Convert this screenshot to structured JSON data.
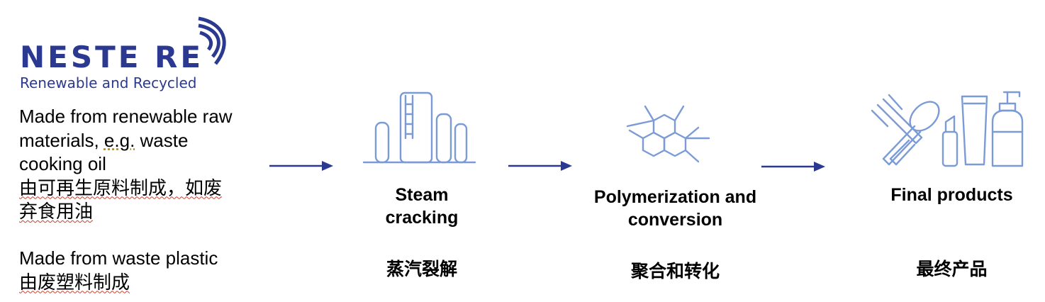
{
  "logo": {
    "wordmark": "NESTE RE",
    "tagline": "Renewable and Recycled",
    "brand_color": "#2b3a90"
  },
  "sources": {
    "renewable": {
      "en_line1": "Made from renewable raw",
      "en_line2_pre": "materials, ",
      "en_line2_eg": "e.g.",
      "en_line2_post": " waste",
      "en_line3": "cooking oil",
      "zh_line1": "由可再生原料制成，如废",
      "zh_line2": "弃食用油"
    },
    "waste": {
      "en": "Made from waste plastic",
      "zh": "由废塑料制成"
    }
  },
  "steps": [
    {
      "icon": "refinery-icon",
      "title_line1": "Steam",
      "title_line2": "cracking",
      "zh": "蒸汽裂解"
    },
    {
      "icon": "molecule-icon",
      "title_line1": "Polymerization and",
      "title_line2": "conversion",
      "zh": "聚合和转化"
    },
    {
      "icon": "products-icon",
      "title_line1": "Final products",
      "title_line2": "",
      "zh": "最终产品"
    }
  ],
  "colors": {
    "arrow": "#2b3a90",
    "icon": "#7b9bd6",
    "spellcheck_underline": "#d23a2a"
  }
}
